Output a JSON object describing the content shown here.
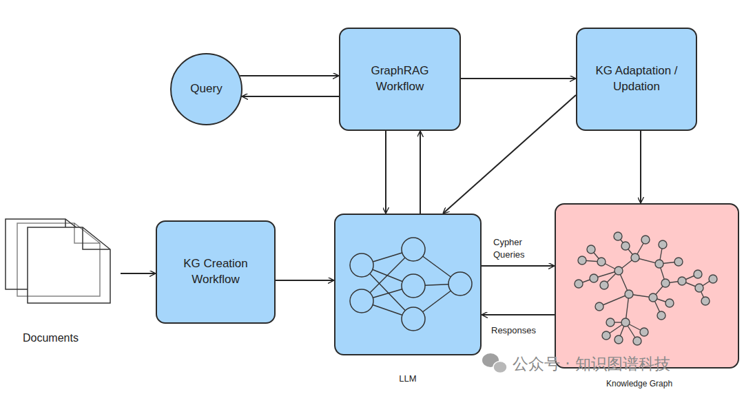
{
  "diagram": {
    "nodes": [
      {
        "text": [
          "Query"
        ]
      },
      {
        "text": [
          "GraphRAG Workflow"
        ]
      },
      {
        "text": [
          "KG Adaptation / Updation"
        ]
      },
      {
        "text": [
          "Documents"
        ]
      },
      {
        "text": [
          "KG Creation Workflow"
        ]
      },
      {
        "text": [
          "LLM"
        ]
      },
      {
        "text": [
          "Knowledge Graph"
        ]
      }
    ],
    "edges": [
      {
        "from": 0,
        "to": 1,
        "arrow": "to"
      },
      {
        "from": 1,
        "to": 0,
        "arrow": "to"
      },
      {
        "from": 1,
        "to": 2,
        "arrow": "to"
      },
      {
        "from": 1,
        "to": 5,
        "arrow": "to"
      },
      {
        "from": 5,
        "to": 1,
        "arrow": "to"
      },
      {
        "from": 2,
        "to": 5,
        "arrow": "to"
      },
      {
        "from": 2,
        "to": 6,
        "arrow": "to"
      },
      {
        "from": 3,
        "to": 4,
        "arrow": "to"
      },
      {
        "from": 4,
        "to": 5,
        "arrow": "to"
      },
      {
        "from": 5,
        "to": 6,
        "label": "Cypher Queries",
        "arrow": "to"
      },
      {
        "from": 6,
        "to": 5,
        "label": "Responses",
        "arrow": "to"
      }
    ],
    "labels": [
      "公众号 · 知识图谱科技"
    ]
  }
}
